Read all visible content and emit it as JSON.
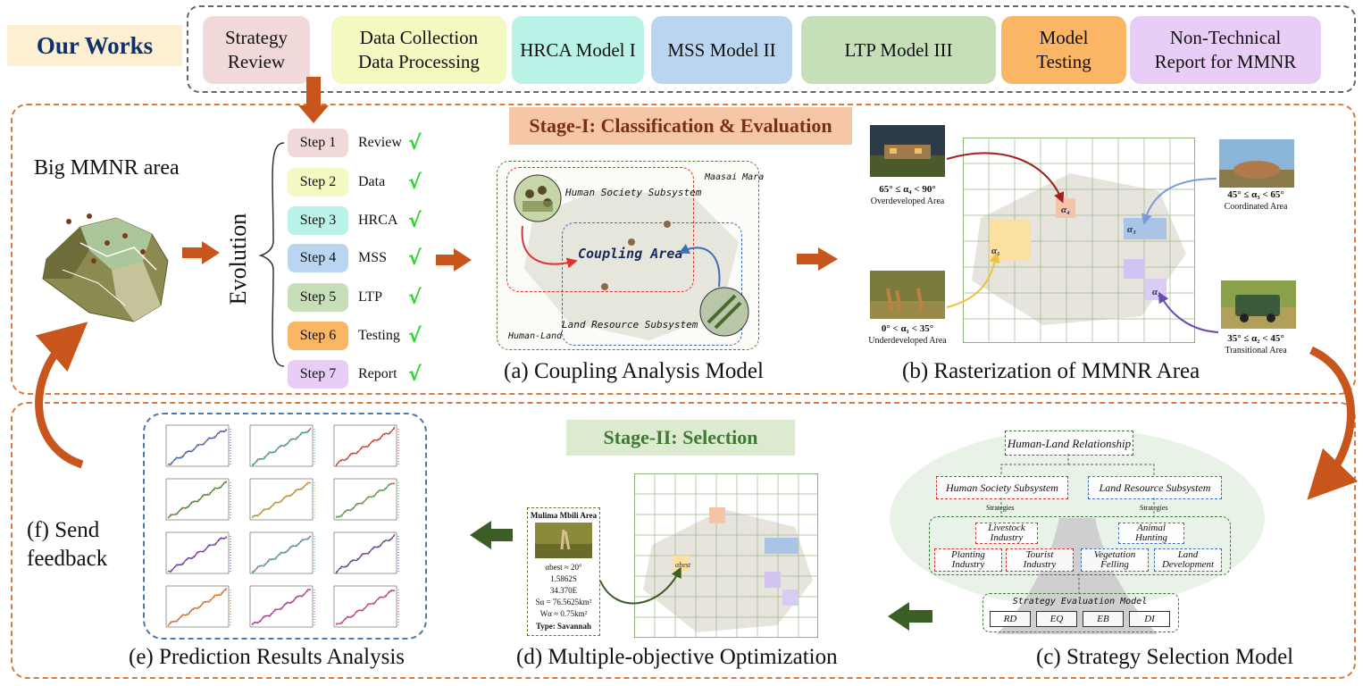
{
  "header": {
    "our_works": "Our Works",
    "items": [
      {
        "label": "Strategy\nReview",
        "color": "#f2d9d9"
      },
      {
        "label": "Data Collection\nData Processing",
        "color": "#f3f9c1"
      },
      {
        "label": "HRCA Model I",
        "color": "#b9f2e6"
      },
      {
        "label": "MSS Model II",
        "color": "#b9d5ef"
      },
      {
        "label": "LTP Model III",
        "color": "#c7dfb8"
      },
      {
        "label": "Model\nTesting",
        "color": "#fbb665"
      },
      {
        "label": "Non-Technical\nReport for MMNR",
        "color": "#e8cdf6"
      }
    ]
  },
  "stage1": {
    "title": "Stage-I: Classification & Evaluation",
    "big_area": "Big MMNR area",
    "evolution": "Evolution",
    "steps": [
      {
        "step": "Step 1",
        "name": "Review",
        "color": "#f2d9d9"
      },
      {
        "step": "Step 2",
        "name": "Data",
        "color": "#f3f9c1"
      },
      {
        "step": "Step 3",
        "name": "HRCA",
        "color": "#b9f2e6"
      },
      {
        "step": "Step 4",
        "name": "MSS",
        "color": "#b9d5ef"
      },
      {
        "step": "Step 5",
        "name": "LTP",
        "color": "#c7dfb8"
      },
      {
        "step": "Step 6",
        "name": "Testing",
        "color": "#fbb665"
      },
      {
        "step": "Step 7",
        "name": "Report",
        "color": "#e8cdf6"
      }
    ],
    "check": "√",
    "coupling": {
      "human_society": "Human Society Subsystem",
      "maasai_mara": "Maasai Mara",
      "coupling_area": "Coupling Area",
      "land_resource": "Land Resource Subsystem",
      "human_land": "Human-Land"
    },
    "caption_a": "(a) Coupling Analysis Model",
    "raster": {
      "overdeveloped_angle": "65° ≤ α₄ < 90°",
      "overdeveloped": "Overdeveloped Area",
      "coordinated_angle": "45° ≤ α₃ < 65°",
      "coordinated": "Coordinated Area",
      "underdeveloped_angle": "0° < α₁ < 35°",
      "underdeveloped": "Underdeveloped Area",
      "transitional_angle": "35° ≤ α₂ < 45°",
      "transitional": "Transitional Area",
      "cell_labels": [
        "α₄",
        "α₃",
        "α₁",
        "α₂"
      ]
    },
    "caption_b": "(b) Rasterization of MMNR Area"
  },
  "stage2": {
    "title": "Stage-II: Selection",
    "feedback": "(f) Send\nfeedback",
    "caption_e": "(e) Prediction Results Analysis",
    "caption_d": "(d) Multiple-objective Optimization",
    "caption_c": "(c) Strategy Selection Model",
    "mulima": {
      "title": "Mulima Mbili Area",
      "alpha": "αbest ≈ 20°",
      "lat": "1.5862S",
      "lon": "34.370E",
      "s": "Sα = 76.5625km²",
      "w": "Wα ≈ 0.75km²",
      "type": "Type: Savannah",
      "cell_label": "αbest"
    },
    "strategy": {
      "root": "Human-Land Relationship",
      "hs": "Human Society Subsystem",
      "lr": "Land Resource Subsystem",
      "strategies_left": "Strategies",
      "strategies_right": "Strategies",
      "livestock": "Livestock\nIndustry",
      "animal": "Animal\nHunting",
      "planting": "Planting\nIndustry",
      "tourist": "Tourist\nIndustry",
      "vegetation": "Vegetation\nFelling",
      "land_dev": "Land\nDevelopment",
      "eval_model": "Strategy Evaluation Model",
      "metrics": [
        "RD",
        "EQ",
        "EB",
        "DI"
      ]
    },
    "plot_colors": [
      "#1f5fbf",
      "#1aa5a5",
      "#c0392b",
      "#2e8b2e",
      "#a8a82a",
      "#2ea84a",
      "#4b2fa8",
      "#2aa0b5",
      "#2f3fa8",
      "#c07a1f",
      "#9a2fa8",
      "#b03a8a"
    ]
  }
}
